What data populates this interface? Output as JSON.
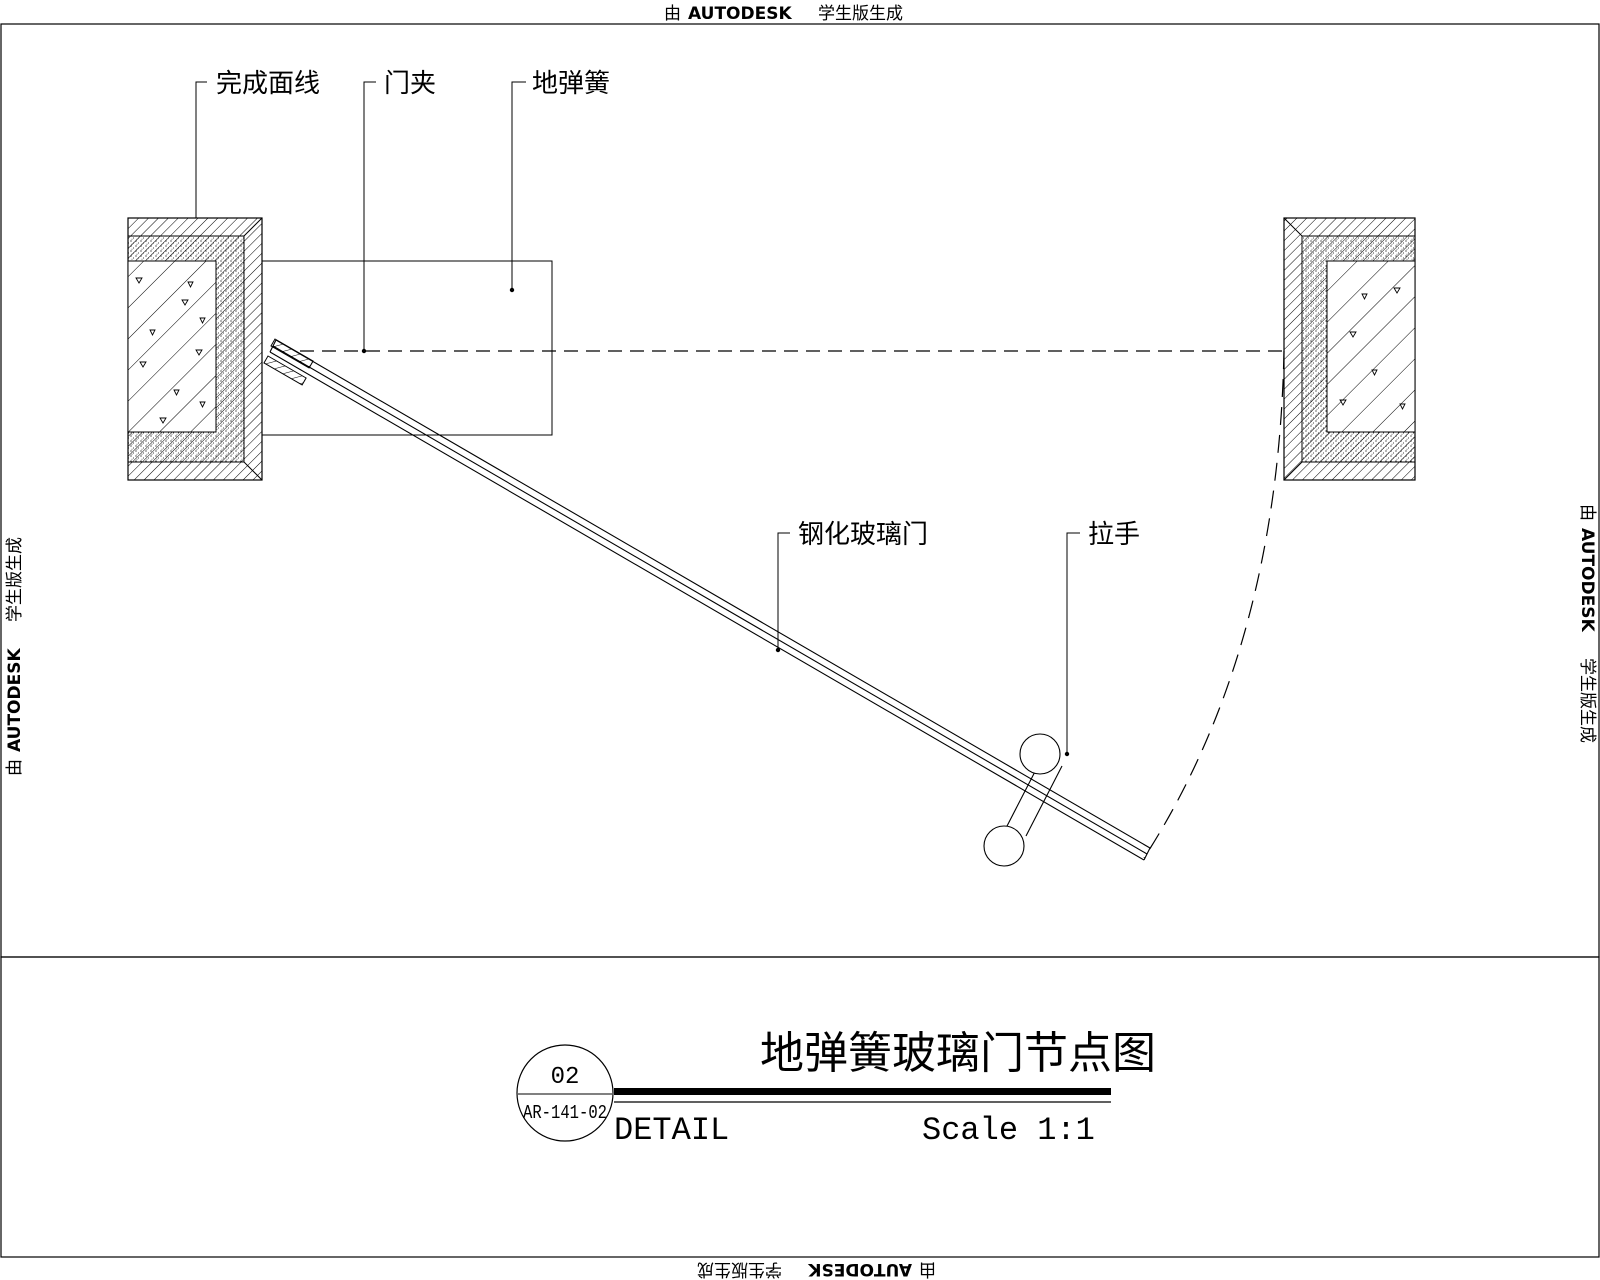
{
  "watermark": {
    "prefix": "由",
    "brand": "AUTODESK",
    "suffix": "学生版生成"
  },
  "callouts": {
    "finish_line": "完成面线",
    "door_clamp": "门夹",
    "floor_spring": "地弹簧",
    "tempered_glass_door": "钢化玻璃门",
    "handle": "拉手"
  },
  "title_block": {
    "title": "地弹簧玻璃门节点图",
    "detail_number": "02",
    "sheet_ref": "AR-141-02",
    "label": "DETAIL",
    "scale": "Scale 1:1"
  }
}
